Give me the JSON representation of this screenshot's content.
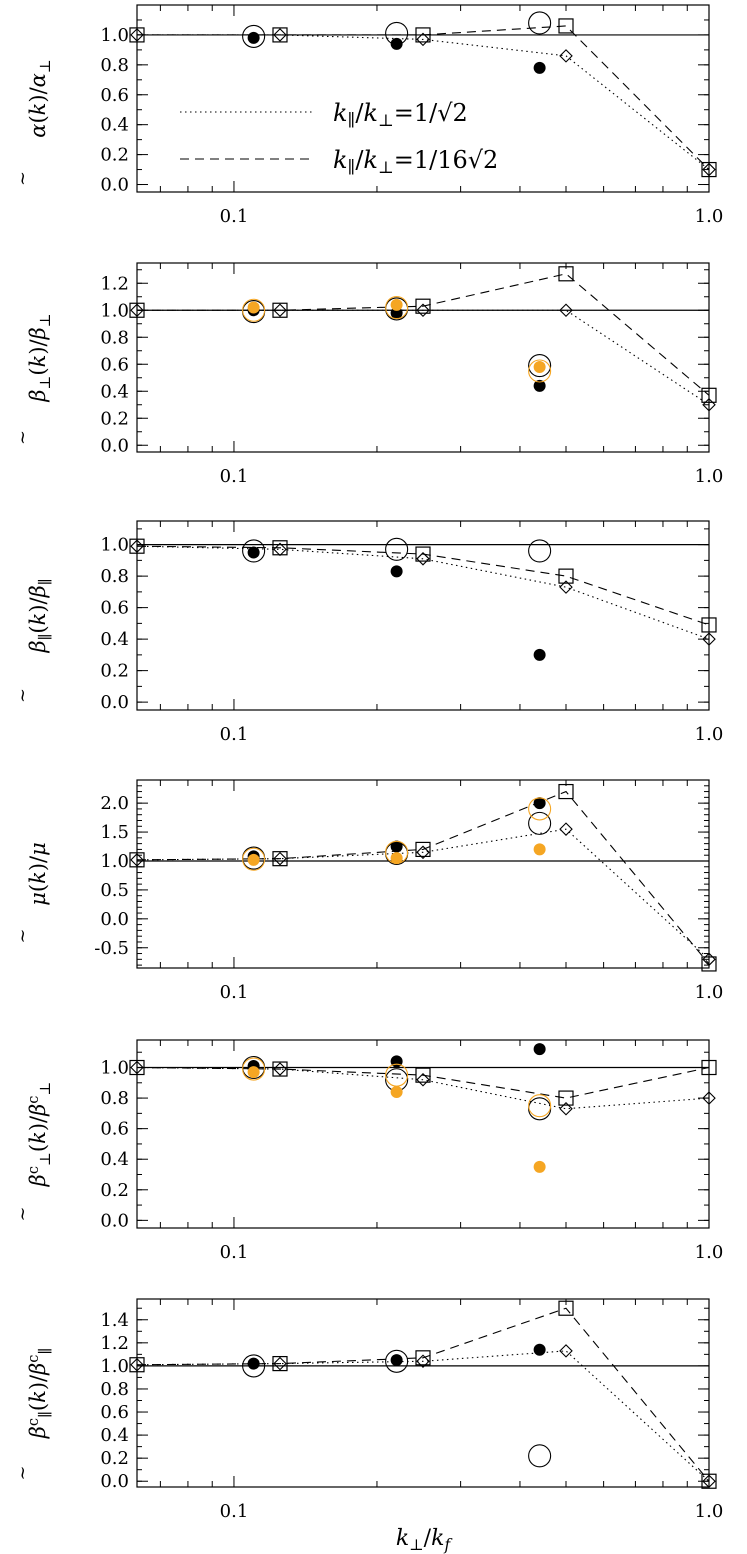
{
  "chart_data": [
    {
      "type": "line",
      "ylabel": "α̃(k)/α⊥",
      "xscale": "log",
      "xlim": [
        0.0625,
        1.0
      ],
      "ylim": [
        -0.05,
        1.2
      ],
      "yticks": [
        0.0,
        0.2,
        0.4,
        0.6,
        0.8,
        1.0
      ],
      "xticks": [
        0.1,
        1.0
      ],
      "xtick_labels": [
        "0.1",
        "1.0"
      ],
      "reference_line": 1.0,
      "legend": [
        {
          "style": "dotted",
          "label": "k∥/k⊥ = 1/√2"
        },
        {
          "style": "dashed",
          "label": "k∥/k⊥ = 1/16√2"
        }
      ],
      "series": [
        {
          "name": "k∥/k⊥ = 1/16√2",
          "marker": "square",
          "line": "dashed",
          "x": [
            0.0625,
            0.125,
            0.25,
            0.5,
            1.0
          ],
          "y": [
            1.0,
            1.0,
            1.0,
            1.06,
            0.1
          ]
        },
        {
          "name": "k∥/k⊥ = 1/√2",
          "marker": "diamond",
          "line": "dotted",
          "x": [
            0.0625,
            0.125,
            0.25,
            0.5,
            1.0
          ],
          "y": [
            1.0,
            1.0,
            0.97,
            0.86,
            0.1
          ]
        },
        {
          "marker": "filled-circle",
          "color": "#000000",
          "x": [
            0.11,
            0.22,
            0.44
          ],
          "y": [
            0.98,
            0.94,
            0.78
          ]
        },
        {
          "marker": "open-circle",
          "color": "#000000",
          "x": [
            0.11,
            0.22,
            0.44
          ],
          "y": [
            0.99,
            1.01,
            1.08
          ]
        }
      ]
    },
    {
      "type": "line",
      "ylabel": "β̃⊥(k)/β⊥",
      "xscale": "log",
      "xlim": [
        0.0625,
        1.0
      ],
      "ylim": [
        -0.05,
        1.35
      ],
      "yticks": [
        0.0,
        0.2,
        0.4,
        0.6,
        0.8,
        1.0,
        1.2
      ],
      "xticks": [
        0.1,
        1.0
      ],
      "xtick_labels": [
        "0.1",
        "1.0"
      ],
      "reference_line": 1.0,
      "series": [
        {
          "marker": "square",
          "line": "dashed",
          "x": [
            0.0625,
            0.125,
            0.25,
            0.5,
            1.0
          ],
          "y": [
            1.0,
            1.0,
            1.03,
            1.27,
            0.37
          ]
        },
        {
          "marker": "diamond",
          "line": "dotted",
          "x": [
            0.0625,
            0.125,
            0.25,
            0.5,
            1.0
          ],
          "y": [
            1.0,
            1.0,
            1.0,
            1.0,
            0.3
          ]
        },
        {
          "marker": "filled-circle",
          "color": "#000000",
          "x": [
            0.11,
            0.22,
            0.44
          ],
          "y": [
            1.0,
            0.98,
            0.44
          ]
        },
        {
          "marker": "open-circle",
          "color": "#000000",
          "x": [
            0.11,
            0.22,
            0.44
          ],
          "y": [
            0.99,
            1.01,
            0.59
          ]
        },
        {
          "marker": "filled-circle",
          "color": "#f5a623",
          "x": [
            0.11,
            0.22,
            0.44
          ],
          "y": [
            1.02,
            1.04,
            0.58
          ]
        },
        {
          "marker": "open-circle",
          "color": "#f5a623",
          "x": [
            0.11,
            0.22,
            0.44
          ],
          "y": [
            1.0,
            1.02,
            0.55
          ]
        }
      ]
    },
    {
      "type": "line",
      "ylabel": "β̃∥(k)/β∥",
      "xscale": "log",
      "xlim": [
        0.0625,
        1.0
      ],
      "ylim": [
        -0.05,
        1.15
      ],
      "yticks": [
        0.0,
        0.2,
        0.4,
        0.6,
        0.8,
        1.0
      ],
      "xticks": [
        0.1,
        1.0
      ],
      "xtick_labels": [
        "0.1",
        "1.0"
      ],
      "reference_line": 1.0,
      "series": [
        {
          "marker": "square",
          "line": "dashed",
          "x": [
            0.0625,
            0.125,
            0.25,
            0.5,
            1.0
          ],
          "y": [
            0.99,
            0.98,
            0.94,
            0.8,
            0.49
          ]
        },
        {
          "marker": "diamond",
          "line": "dotted",
          "x": [
            0.0625,
            0.125,
            0.25,
            0.5,
            1.0
          ],
          "y": [
            0.99,
            0.97,
            0.91,
            0.73,
            0.4
          ]
        },
        {
          "marker": "filled-circle",
          "color": "#000000",
          "x": [
            0.11,
            0.22,
            0.44
          ],
          "y": [
            0.95,
            0.83,
            0.3
          ]
        },
        {
          "marker": "open-circle",
          "color": "#000000",
          "x": [
            0.11,
            0.22,
            0.44
          ],
          "y": [
            0.96,
            0.97,
            0.96
          ]
        }
      ]
    },
    {
      "type": "line",
      "ylabel": "μ̃(k)/μ",
      "xscale": "log",
      "xlim": [
        0.0625,
        1.0
      ],
      "ylim": [
        -0.85,
        2.4
      ],
      "yticks": [
        -0.5,
        0.0,
        0.5,
        1.0,
        1.5,
        2.0
      ],
      "xticks": [
        0.1,
        1.0
      ],
      "xtick_labels": [
        "0.1",
        "1.0"
      ],
      "reference_line": 1.0,
      "series": [
        {
          "marker": "square",
          "line": "dashed",
          "x": [
            0.0625,
            0.125,
            0.25,
            0.5,
            1.0
          ],
          "y": [
            1.02,
            1.04,
            1.2,
            2.2,
            -0.78
          ]
        },
        {
          "marker": "diamond",
          "line": "dotted",
          "x": [
            0.0625,
            0.125,
            0.25,
            0.5,
            1.0
          ],
          "y": [
            1.02,
            1.04,
            1.15,
            1.55,
            -0.7
          ]
        },
        {
          "marker": "filled-circle",
          "color": "#000000",
          "x": [
            0.11,
            0.22,
            0.44
          ],
          "y": [
            1.08,
            1.25,
            2.0
          ]
        },
        {
          "marker": "open-circle",
          "color": "#000000",
          "x": [
            0.11,
            0.22,
            0.44
          ],
          "y": [
            1.05,
            1.13,
            1.65
          ]
        },
        {
          "marker": "filled-circle",
          "color": "#f5a623",
          "x": [
            0.11,
            0.22,
            0.44
          ],
          "y": [
            1.02,
            1.05,
            1.2
          ]
        },
        {
          "marker": "open-circle",
          "color": "#f5a623",
          "x": [
            0.11,
            0.22,
            0.44
          ],
          "y": [
            1.03,
            1.15,
            1.9
          ]
        }
      ]
    },
    {
      "type": "line",
      "ylabel": "β̃c⊥(k)/βc⊥",
      "xscale": "log",
      "xlim": [
        0.0625,
        1.0
      ],
      "ylim": [
        -0.05,
        1.18
      ],
      "yticks": [
        0.0,
        0.2,
        0.4,
        0.6,
        0.8,
        1.0
      ],
      "xticks": [
        0.1,
        1.0
      ],
      "xtick_labels": [
        "0.1",
        "1.0"
      ],
      "reference_line": 1.0,
      "series": [
        {
          "marker": "square",
          "line": "dashed",
          "x": [
            0.0625,
            0.125,
            0.25,
            0.5,
            1.0
          ],
          "y": [
            1.0,
            0.99,
            0.95,
            0.8,
            1.0
          ]
        },
        {
          "marker": "diamond",
          "line": "dotted",
          "x": [
            0.0625,
            0.125,
            0.25,
            0.5,
            1.0
          ],
          "y": [
            1.0,
            0.99,
            0.92,
            0.73,
            0.8
          ]
        },
        {
          "marker": "filled-circle",
          "color": "#000000",
          "x": [
            0.11,
            0.22,
            0.44
          ],
          "y": [
            1.01,
            1.04,
            1.12
          ]
        },
        {
          "marker": "open-circle",
          "color": "#000000",
          "x": [
            0.11,
            0.22,
            0.44
          ],
          "y": [
            1.0,
            0.92,
            0.73
          ]
        },
        {
          "marker": "filled-circle",
          "color": "#f5a623",
          "x": [
            0.11,
            0.22,
            0.44
          ],
          "y": [
            0.97,
            0.84,
            0.35
          ]
        },
        {
          "marker": "open-circle",
          "color": "#f5a623",
          "x": [
            0.11,
            0.22,
            0.44
          ],
          "y": [
            0.99,
            0.95,
            0.75
          ]
        }
      ]
    },
    {
      "type": "line",
      "ylabel": "β̃c∥(k)/βc∥",
      "xscale": "log",
      "xlim": [
        0.0625,
        1.0
      ],
      "ylim": [
        -0.05,
        1.58
      ],
      "yticks": [
        0.0,
        0.2,
        0.4,
        0.6,
        0.8,
        1.0,
        1.2,
        1.4
      ],
      "xticks": [
        0.1,
        1.0
      ],
      "xtick_labels": [
        "0.1",
        "1.0"
      ],
      "xlabel": "k⊥/kf",
      "reference_line": 1.0,
      "series": [
        {
          "marker": "square",
          "line": "dashed",
          "x": [
            0.0625,
            0.125,
            0.25,
            0.5,
            1.0
          ],
          "y": [
            1.01,
            1.02,
            1.07,
            1.5,
            0.0
          ]
        },
        {
          "marker": "diamond",
          "line": "dotted",
          "x": [
            0.0625,
            0.125,
            0.25,
            0.5,
            1.0
          ],
          "y": [
            1.01,
            1.02,
            1.04,
            1.13,
            0.0
          ]
        },
        {
          "marker": "filled-circle",
          "color": "#000000",
          "x": [
            0.11,
            0.22,
            0.44
          ],
          "y": [
            1.02,
            1.05,
            1.14
          ]
        },
        {
          "marker": "open-circle",
          "color": "#000000",
          "x": [
            0.11,
            0.22,
            0.44
          ],
          "y": [
            1.0,
            1.04,
            0.22
          ]
        }
      ]
    }
  ]
}
